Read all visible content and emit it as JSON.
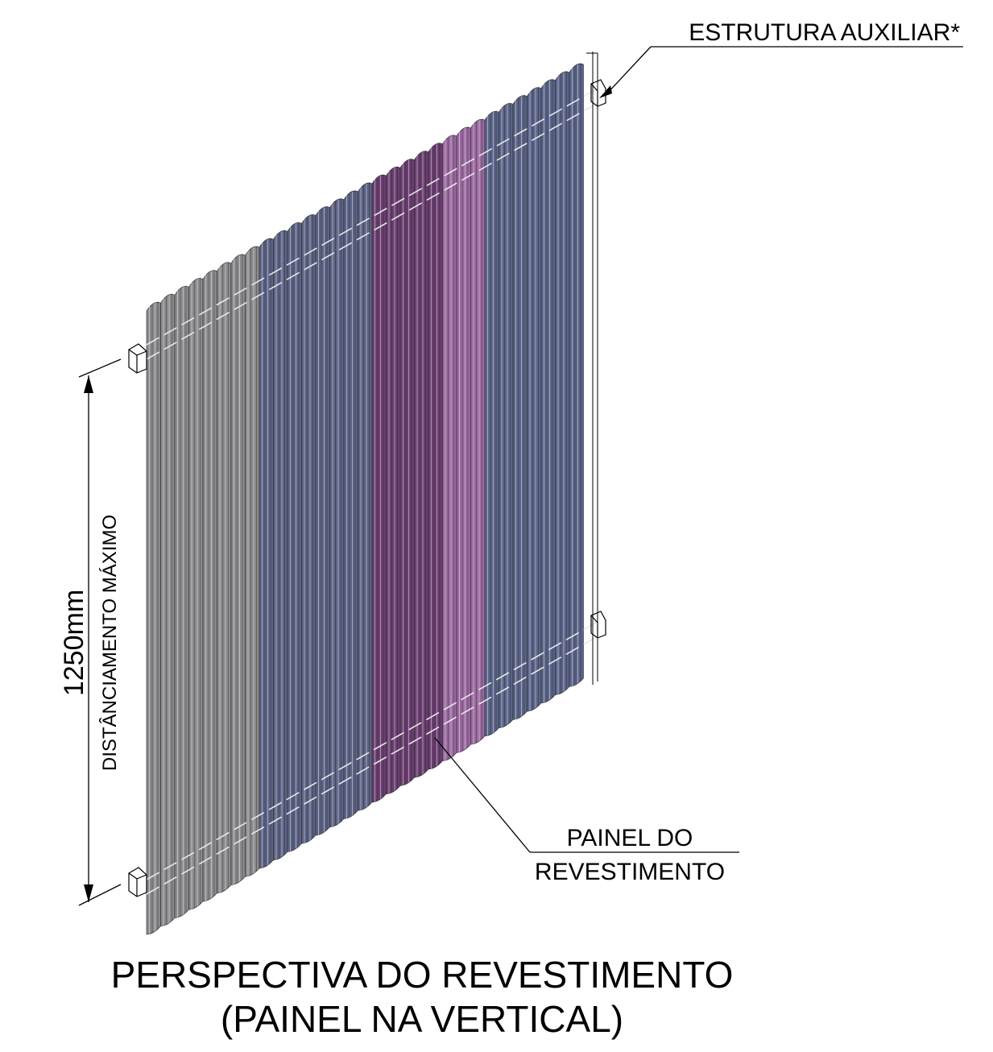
{
  "labels": {
    "auxiliary_structure": "ESTRUTURA AUXILIAR*",
    "panel_line1": "PAINEL DO",
    "panel_line2": "REVESTIMENTO",
    "dimension_value": "1250mm",
    "dimension_caption": "DISTÂNCIAMENTO MÁXIMO"
  },
  "title": {
    "line1": "PERSPECTIVA DO REVESTIMENTO",
    "line2": "(PAINEL NA VERTICAL)"
  },
  "colors": {
    "grey_section": "#8a8a8e",
    "blue_section": "#5c6384",
    "purple_section": "#6a3f70",
    "light_purple_section": "#9a6aa0",
    "blue_right_section": "#5b6488",
    "line": "#000000"
  }
}
